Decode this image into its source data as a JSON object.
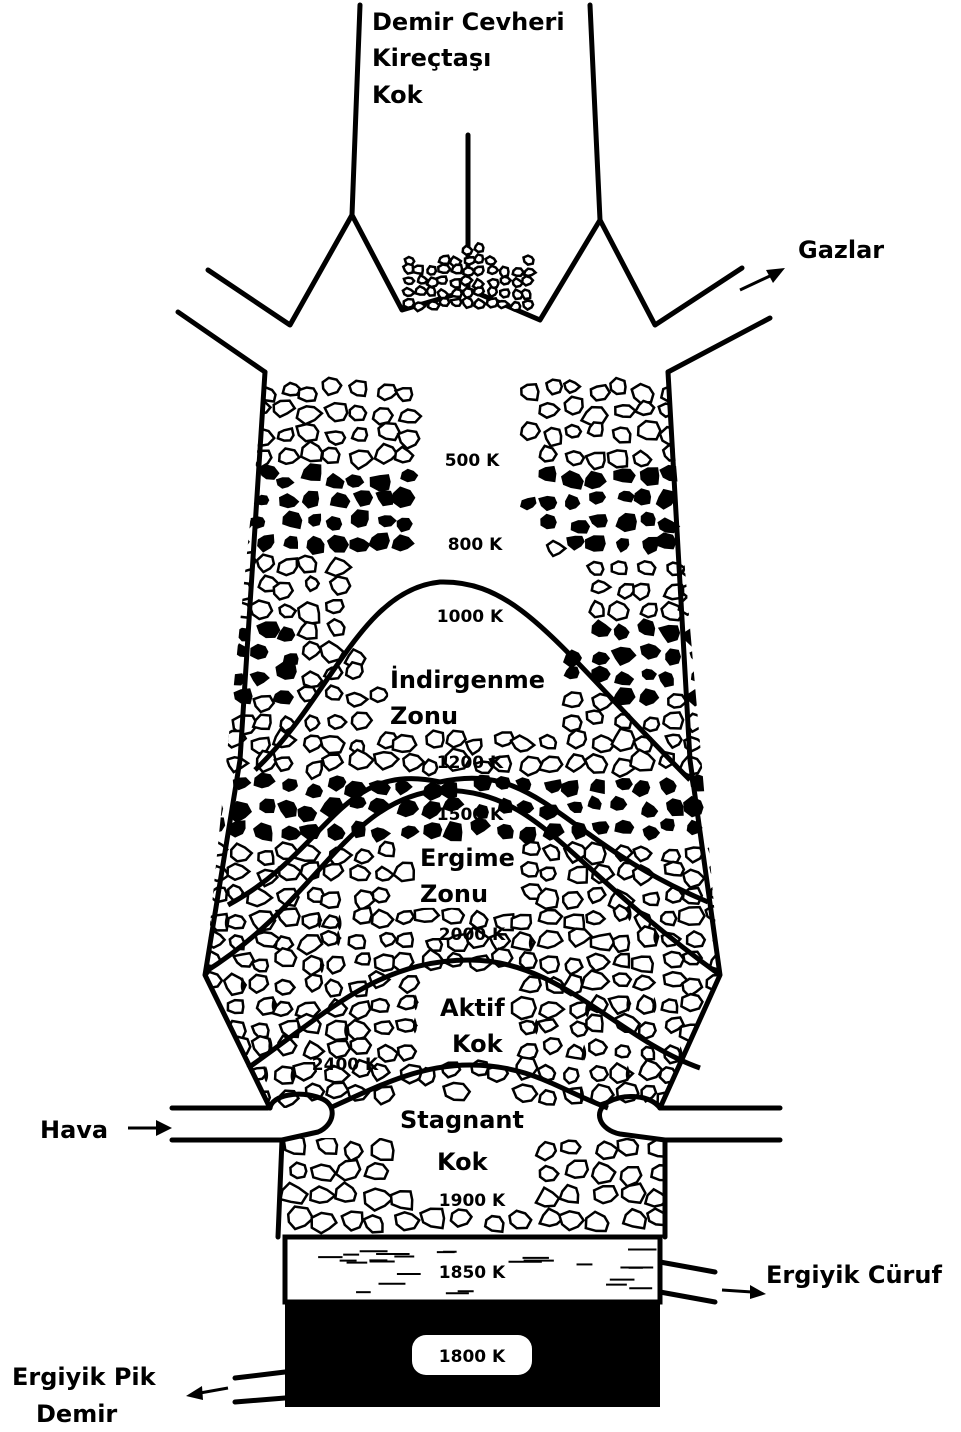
{
  "inputs_label": [
    "Demir Cevheri",
    "Kireçtaşı",
    "Kok"
  ],
  "outputs": {
    "gases": "Gazlar",
    "air": "Hava",
    "slag": "Ergiyik Cüruf",
    "pig_iron": [
      "Ergiyik  Pik",
      "Demir"
    ]
  },
  "zones": {
    "reduction": [
      "İndirgenme",
      "Zonu"
    ],
    "melting": [
      "Ergime",
      "Zonu"
    ],
    "active_coke": [
      "Aktif",
      "Kok"
    ],
    "stagnant_coke": [
      "Stagnant",
      "Kok"
    ]
  },
  "temperatures": {
    "t500": "500 K",
    "t800": "800 K",
    "t1000": "1000 K",
    "t1200": "1200 K",
    "t1500": "1500 K",
    "t2000": "2000 K",
    "t2400": "2400 K",
    "t1900": "1900 K",
    "t1850": "1850 K",
    "t1800": "1800 K"
  }
}
